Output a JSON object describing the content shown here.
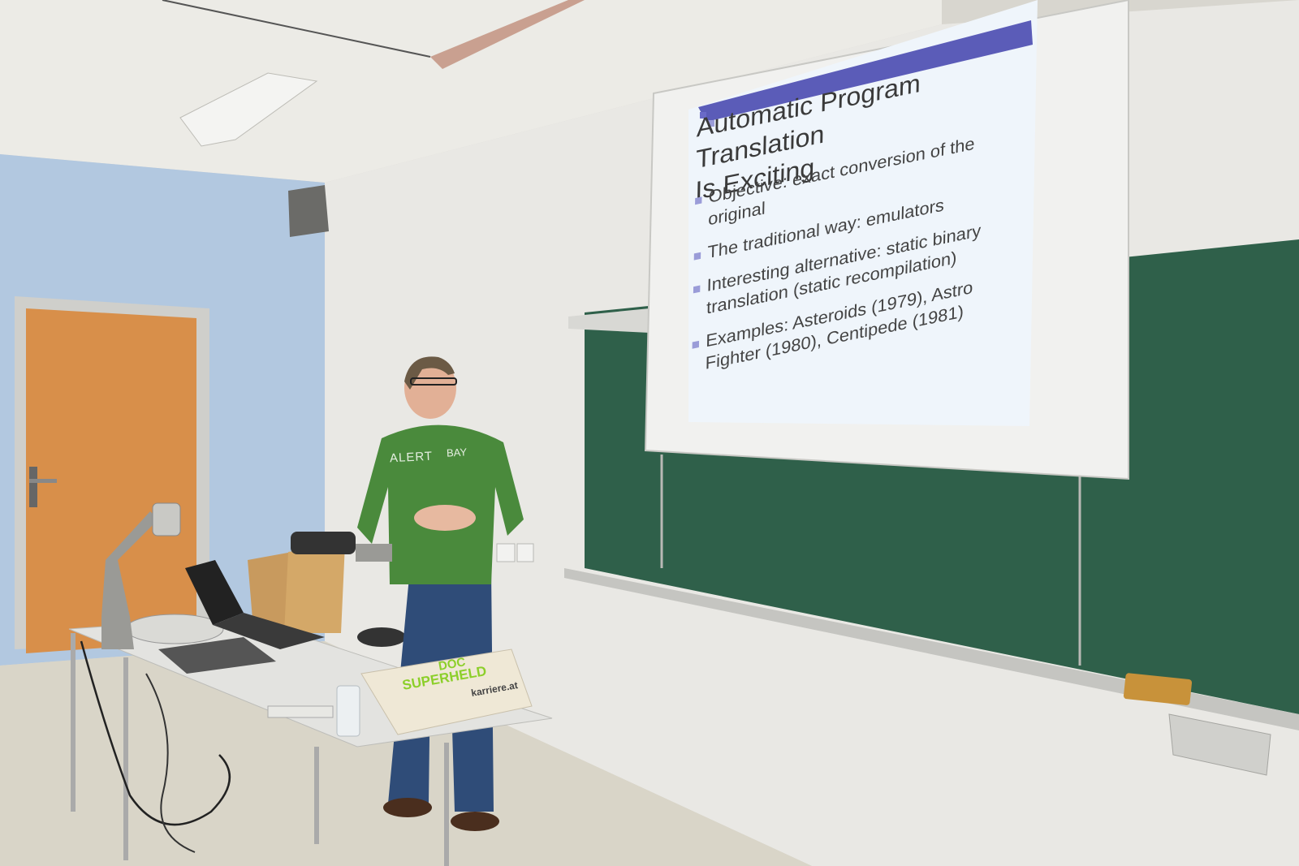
{
  "slide": {
    "title_line1": "Automatic Program Translation",
    "title_line2": "Is Exciting",
    "bullets": [
      "Objective: exact conversion of the original",
      "The traditional way: emulators",
      "Interesting alternative: static binary translation (static recompilation)",
      "Examples: Asteroids (1979), Astro Fighter (1980), Centipede (1981)"
    ],
    "accent_color": "#9a9cd8"
  },
  "shirt": {
    "left_word": "ALERT",
    "right_word": "BAY"
  },
  "bag": {
    "line1": "DOC",
    "line2": "SUPERHELD",
    "brand": "karriere.at"
  },
  "colors": {
    "wall": "#e9e8e4",
    "blue_wall": "#b2c8e0",
    "door": "#d88f4a",
    "chalkboard": "#2f604a",
    "shirt": "#4a8a3c"
  }
}
